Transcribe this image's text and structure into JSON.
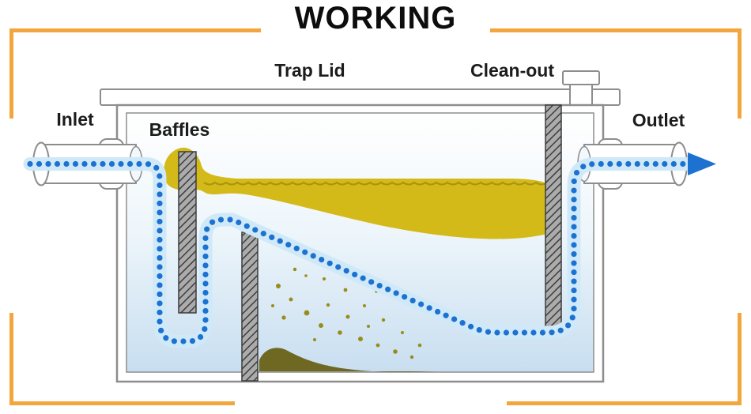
{
  "title": "WORKING",
  "labels": {
    "trap_lid": "Trap Lid",
    "clean_out": "Clean-out",
    "inlet": "Inlet",
    "baffles": "Baffles",
    "outlet": "Outlet"
  },
  "colors": {
    "frame": "#f2a63d",
    "title_text": "#0d0d0d",
    "label_text": "#1c1c1c",
    "outline": "#8d8d8d",
    "water_top": "#ffffff",
    "water_mid": "#eef6fb",
    "water_bottom": "#c8def0",
    "grease": "#d4ba18",
    "grease_dark": "#a38b10",
    "sediment": "#6f6822",
    "speck": "#9a8c1a",
    "baffle_light": "#ababab",
    "baffle_dark": "#3d3d3d",
    "flow_glow": "#cfe9f8",
    "flow_dot": "#1d71d1"
  }
}
